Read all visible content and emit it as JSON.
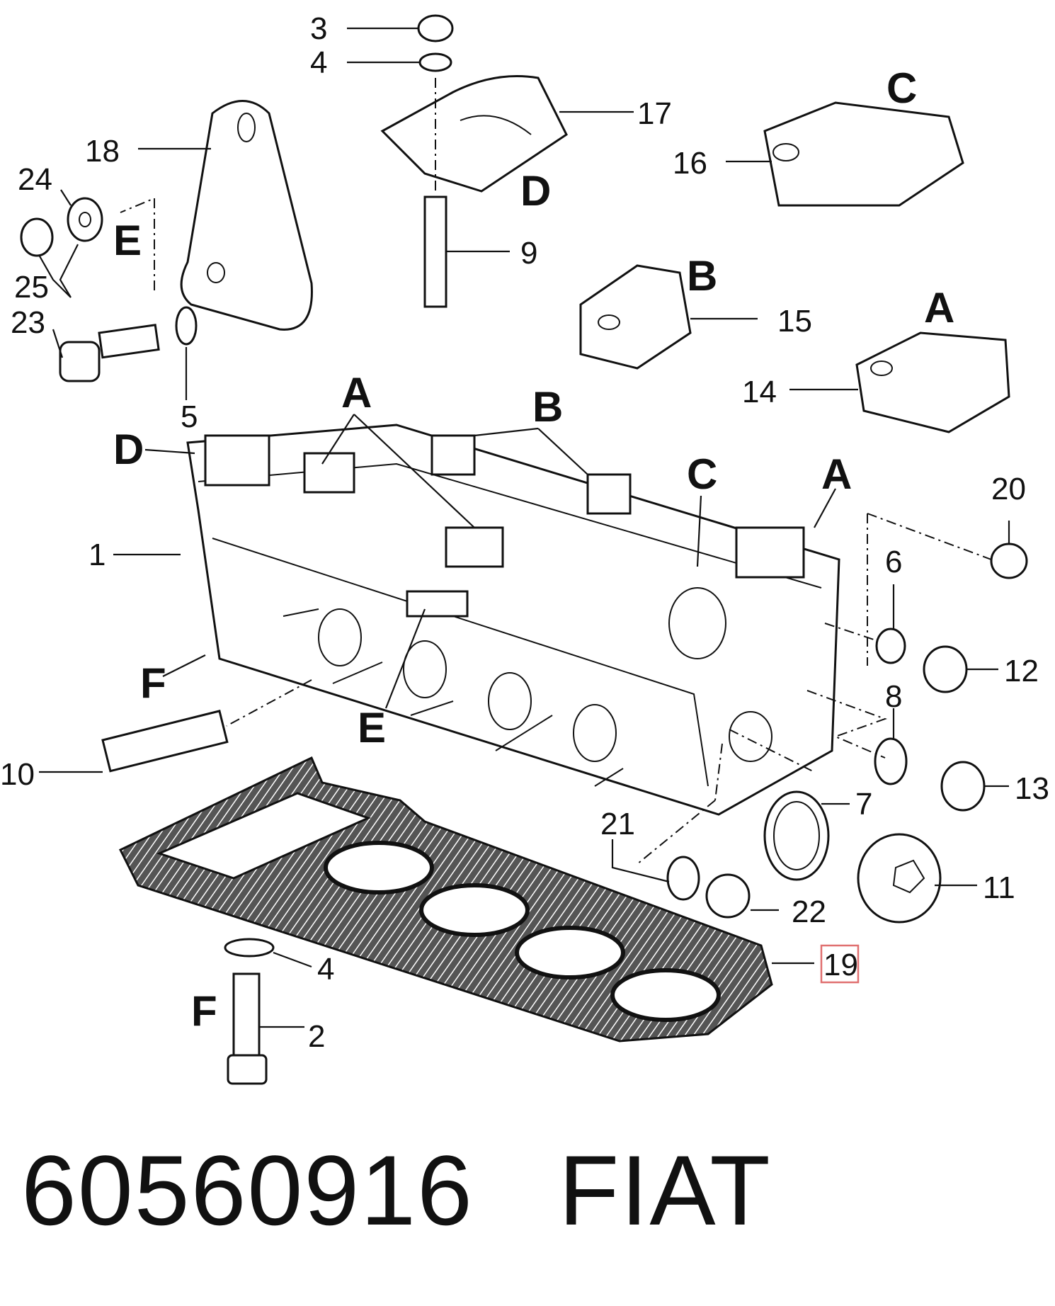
{
  "diagram": {
    "callout_numbers": [
      "1",
      "2",
      "3",
      "4",
      "4",
      "5",
      "6",
      "7",
      "8",
      "9",
      "10",
      "11",
      "12",
      "13",
      "14",
      "15",
      "16",
      "17",
      "18",
      "19",
      "20",
      "21",
      "22",
      "23",
      "24",
      "25"
    ],
    "group_letters": [
      "A",
      "A",
      "A",
      "B",
      "B",
      "C",
      "C",
      "D",
      "D",
      "E",
      "E",
      "F",
      "F"
    ],
    "highlighted_callout": "19",
    "highlight_color": "#e07070"
  },
  "caption": {
    "part_number": "60560916",
    "brand": "FIAT"
  }
}
